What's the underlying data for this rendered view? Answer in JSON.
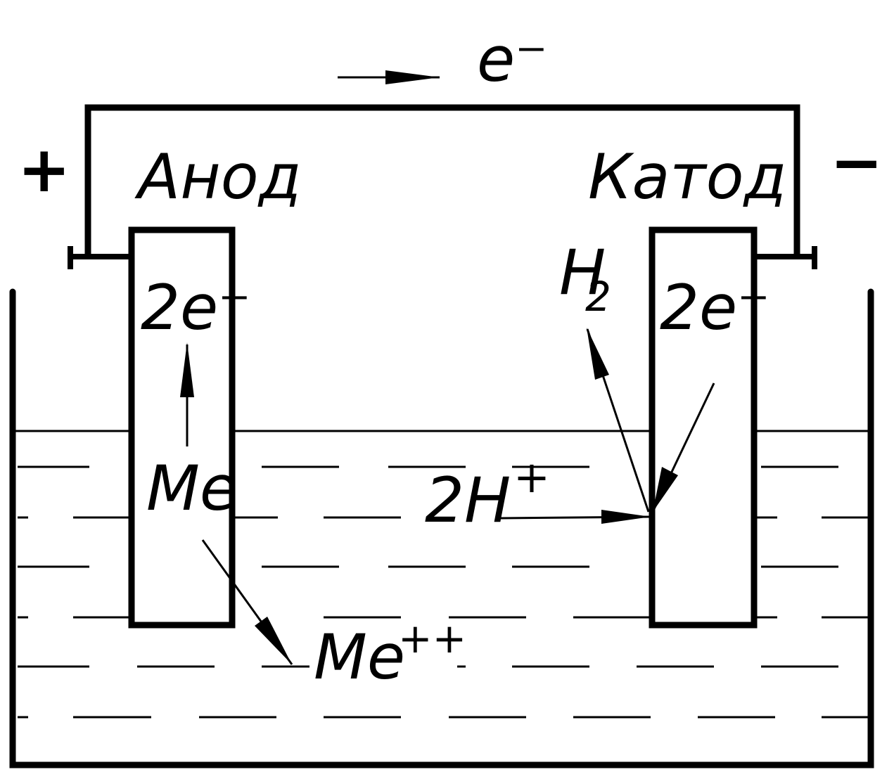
{
  "labels": {
    "electron_flow": "e⁻",
    "plus_sign": "+",
    "minus_sign": "−",
    "anode": "Анод",
    "cathode": "Катод",
    "anode_electrons": "2e⁻",
    "cathode_electrons": "2e⁻",
    "hydrogen_gas": "H",
    "hydrogen_subscript": "2",
    "metal": "Me",
    "hydrogen_ions": "2H",
    "hydrogen_ions_charge": "+",
    "metal_ion": "Me",
    "metal_ion_charge": "++"
  },
  "colors": {
    "stroke": "#000000",
    "background": "#ffffff"
  }
}
